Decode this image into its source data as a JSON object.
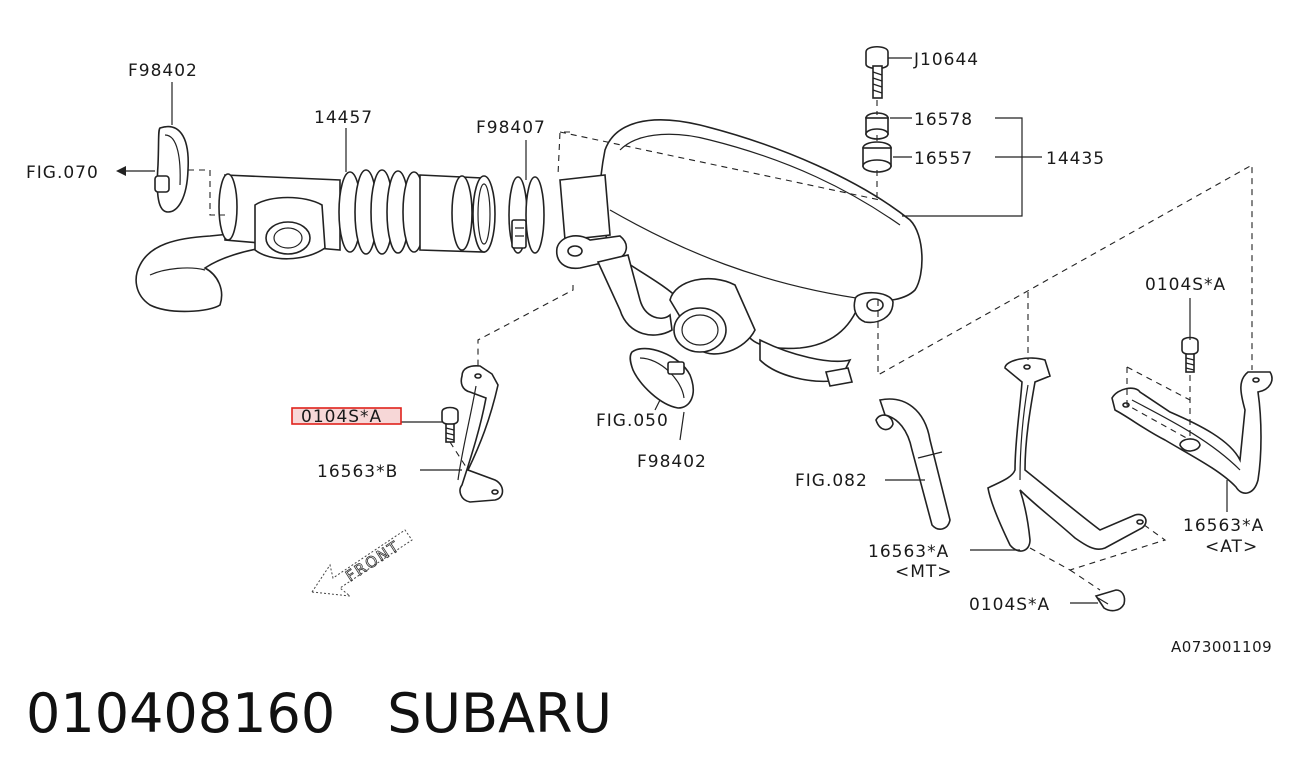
{
  "diagram": {
    "labels": {
      "f98402_top": "F98402",
      "p14457": "14457",
      "fig070": "FIG.070",
      "f98407": "F98407",
      "j10644": "J10644",
      "p16578": "16578",
      "p16557": "16557",
      "p14435": "14435",
      "b0104sa_left": "0104S*A",
      "b16563b": "16563*B",
      "fig050": "FIG.050",
      "f98402_bottom": "F98402",
      "fig082": "FIG.082",
      "b0104sa_right": "0104S*A",
      "b16563a_mt": "16563*A",
      "mt": "<MT>",
      "b0104sa_bottom": "0104S*A",
      "b16563a_at": "16563*A",
      "at": "<AT>",
      "front": "FRONT",
      "ref_code": "A073001109"
    },
    "highlight_label": "0104S*A",
    "highlight_color": "#e0221c"
  },
  "caption": {
    "part_number": "010408160",
    "brand": "SUBARU"
  }
}
